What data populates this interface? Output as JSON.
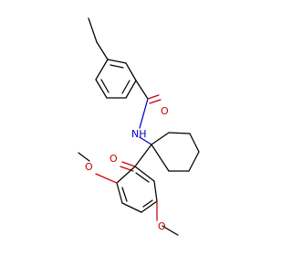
{
  "colors": {
    "background": "#ffffff",
    "carbon_bond": "#000000",
    "oxygen": "#cc0000",
    "nitrogen": "#0000cc"
  },
  "atoms": {
    "amide_oxygen": "O",
    "amide_nh": "NH",
    "ketone_oxygen": "O",
    "methoxy_oxygen_top": "O",
    "methoxy_oxygen_bottom": "O"
  }
}
